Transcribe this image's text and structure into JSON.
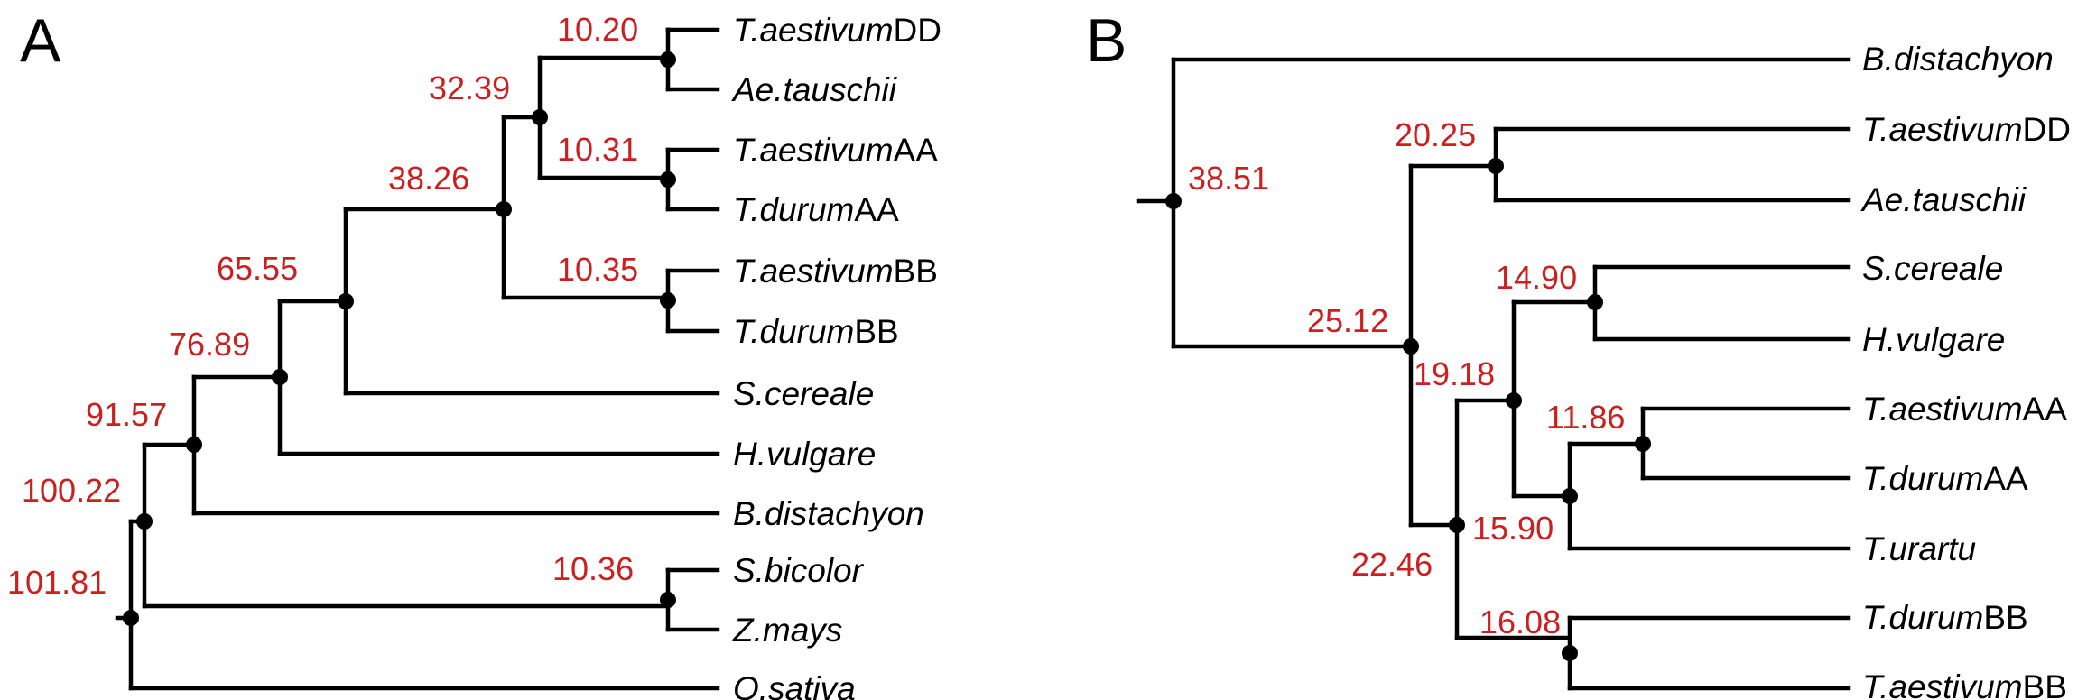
{
  "panels": {
    "A": {
      "label": "A",
      "tips": [
        {
          "italic": "T.aestivum",
          "suffix": "DD"
        },
        {
          "italic": "Ae.tauschii",
          "suffix": ""
        },
        {
          "italic": "T.aestivum",
          "suffix": "AA"
        },
        {
          "italic": "T.durum",
          "suffix": "AA"
        },
        {
          "italic": "T.aestivum",
          "suffix": "BB"
        },
        {
          "italic": "T.durum",
          "suffix": "BB"
        },
        {
          "italic": "S.cereale",
          "suffix": ""
        },
        {
          "italic": "H.vulgare",
          "suffix": ""
        },
        {
          "italic": "B.distachyon",
          "suffix": ""
        },
        {
          "italic": "S.bicolor",
          "suffix": ""
        },
        {
          "italic": "Z.mays",
          "suffix": ""
        },
        {
          "italic": "O.sativa",
          "suffix": ""
        }
      ],
      "node_values": [
        "10.20",
        "32.39",
        "10.31",
        "38.26",
        "10.35",
        "65.55",
        "76.89",
        "91.57",
        "100.22",
        "101.81",
        "10.36"
      ]
    },
    "B": {
      "label": "B",
      "tips": [
        {
          "italic": "B.distachyon",
          "suffix": ""
        },
        {
          "italic": "T.aestivum",
          "suffix": "DD"
        },
        {
          "italic": "Ae.tauschii",
          "suffix": ""
        },
        {
          "italic": "S.cereale",
          "suffix": ""
        },
        {
          "italic": "H.vulgare",
          "suffix": ""
        },
        {
          "italic": "T.aestivum",
          "suffix": "AA"
        },
        {
          "italic": "T.durum",
          "suffix": "AA"
        },
        {
          "italic": "T.urartu",
          "suffix": ""
        },
        {
          "italic": "T.durum",
          "suffix": "BB"
        },
        {
          "italic": "T.aestivum",
          "suffix": "BB"
        }
      ],
      "node_values": [
        "20.25",
        "38.51",
        "14.90",
        "25.12",
        "19.18",
        "11.86",
        "15.90",
        "22.46",
        "16.08"
      ]
    }
  }
}
